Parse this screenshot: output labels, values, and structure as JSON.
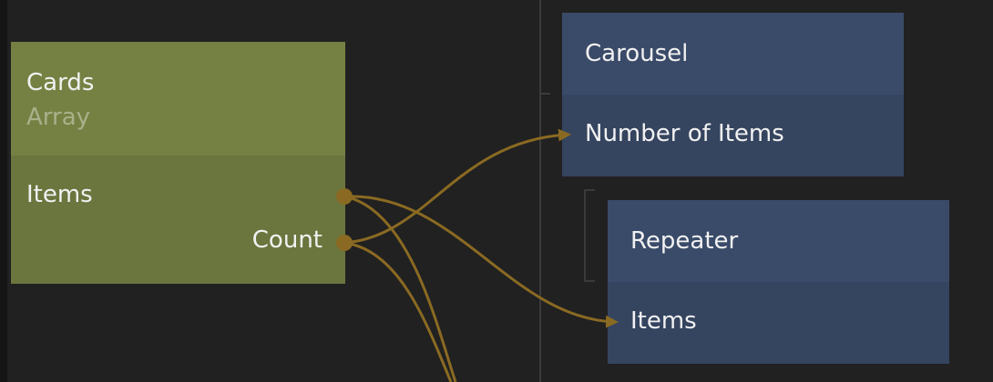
{
  "graph": {
    "nodes": {
      "cards": {
        "title": "Cards",
        "subtitle": "Array",
        "ports": {
          "items": "Items",
          "count": "Count"
        }
      },
      "carousel": {
        "title": "Carousel",
        "ports": {
          "number_of_items": "Number of Items"
        }
      },
      "repeater": {
        "title": "Repeater",
        "ports": {
          "items": "Items"
        }
      }
    },
    "connections": [
      {
        "from": "cards.count",
        "to": "carousel.number_of_items"
      },
      {
        "from": "cards.items",
        "to": "repeater.items"
      },
      {
        "from": "cards.items",
        "to": "offscreen"
      },
      {
        "from": "cards.count",
        "to": "offscreen"
      }
    ]
  },
  "colors": {
    "canvas": "#212121",
    "array_node_header": "#758143",
    "array_node_body": "#6a763e",
    "visual_node_header": "#3a4b69",
    "visual_node_body": "#35445f",
    "wire": "#8a6a22"
  }
}
